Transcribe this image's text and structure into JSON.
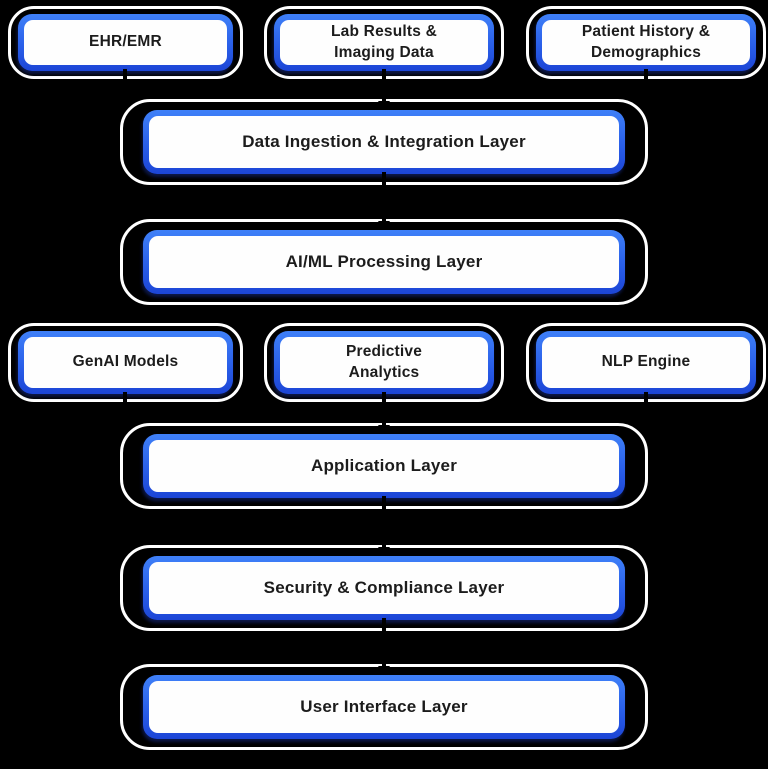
{
  "diagram": {
    "description": "Healthcare AI system architecture flow diagram",
    "colors": {
      "background": "#000000",
      "node_fill": "#fefefe",
      "node_outline": "#ffffff",
      "border_gradient_top": "#3f80f8",
      "border_gradient_bottom": "#1c45d6",
      "connector": "#000000",
      "text": "#1c1c1c"
    },
    "nodes": [
      {
        "id": "ehr-emr",
        "row": 1,
        "label": "EHR/EMR"
      },
      {
        "id": "lab-results-imaging",
        "row": 1,
        "label": "Lab Results &\nImaging Data"
      },
      {
        "id": "patient-history-demographics",
        "row": 1,
        "label": "Patient History &\nDemographics"
      },
      {
        "id": "data-ingestion-integration",
        "row": 2,
        "label": "Data Ingestion & Integration Layer"
      },
      {
        "id": "aiml-processing",
        "row": 3,
        "label": "AI/ML Processing Layer"
      },
      {
        "id": "genai-models",
        "row": 4,
        "label": "GenAI Models"
      },
      {
        "id": "predictive-analytics",
        "row": 4,
        "label": "Predictive\nAnalytics"
      },
      {
        "id": "nlp-engine",
        "row": 4,
        "label": "NLP Engine"
      },
      {
        "id": "application",
        "row": 5,
        "label": "Application Layer"
      },
      {
        "id": "security-compliance",
        "row": 6,
        "label": "Security & Compliance Layer"
      },
      {
        "id": "user-interface",
        "row": 7,
        "label": "User Interface Layer"
      }
    ],
    "edges": [
      {
        "from": "ehr-emr",
        "to": "data-ingestion-integration"
      },
      {
        "from": "lab-results-imaging",
        "to": "data-ingestion-integration"
      },
      {
        "from": "patient-history-demographics",
        "to": "data-ingestion-integration"
      },
      {
        "from": "data-ingestion-integration",
        "to": "aiml-processing"
      },
      {
        "from": "genai-models",
        "to": "application"
      },
      {
        "from": "predictive-analytics",
        "to": "application"
      },
      {
        "from": "nlp-engine",
        "to": "application"
      },
      {
        "from": "application",
        "to": "security-compliance"
      },
      {
        "from": "security-compliance",
        "to": "user-interface"
      }
    ]
  }
}
